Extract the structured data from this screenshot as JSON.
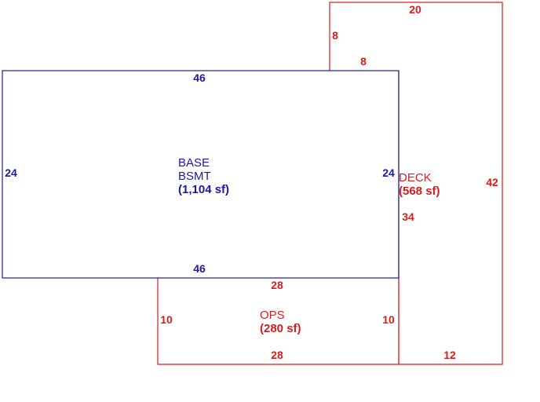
{
  "colors": {
    "base": "#1a1aa8",
    "addition": "#d91c1c"
  },
  "base": {
    "name_line1": "BASE",
    "name_line2": "BSMT",
    "area": "(1,104 sf)",
    "dims": {
      "top": "46",
      "bottom": "46",
      "left": "24",
      "right": "24"
    }
  },
  "deck": {
    "name": "DECK",
    "area": "(568 sf)",
    "dims": {
      "top": "20",
      "notch_vertical": "8",
      "notch_horizontal": "8",
      "right": "42",
      "inner_left": "34",
      "bottom": "12"
    }
  },
  "ops": {
    "name": "OPS",
    "area": "(280 sf)",
    "dims": {
      "top": "28",
      "bottom": "28",
      "left": "10",
      "right": "10"
    }
  }
}
